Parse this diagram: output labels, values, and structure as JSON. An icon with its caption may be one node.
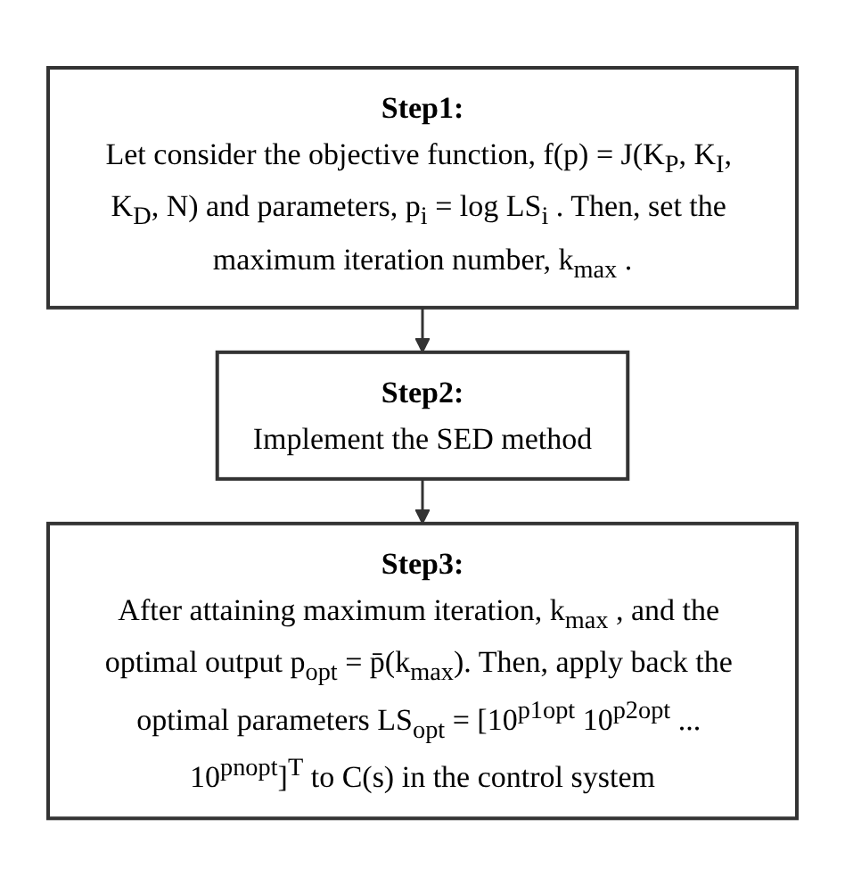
{
  "diagram": {
    "nodes": [
      {
        "text": [
          "Step1:",
          "Let consider the objective function, f(p) = J(K$_{P}$, K$_{I}$, K$_{D}$, N) and parameters, p$_{i}$ = log LS$_{i}$ . Then, set the maximum iteration number, k$_{max}$ ."
        ]
      },
      {
        "text": [
          "Step2:",
          "Implement the SED method"
        ]
      },
      {
        "text": [
          "Step3:",
          "After attaining maximum iteration, k$_{max}$ , and the optimal output p$_{opt}$ = p̄(k$_{max}$). Then, apply back the optimal parameters LS$_{opt}$ = [10$^{p1opt}$ 10$^{p2opt}$ ... 10$^{pnopt}$]$^{T}$ to C(s) in the control system"
        ]
      }
    ],
    "edges": [
      {
        "from": 0,
        "to": 1,
        "arrow": "to"
      },
      {
        "from": 1,
        "to": 2,
        "arrow": "to"
      }
    ]
  }
}
